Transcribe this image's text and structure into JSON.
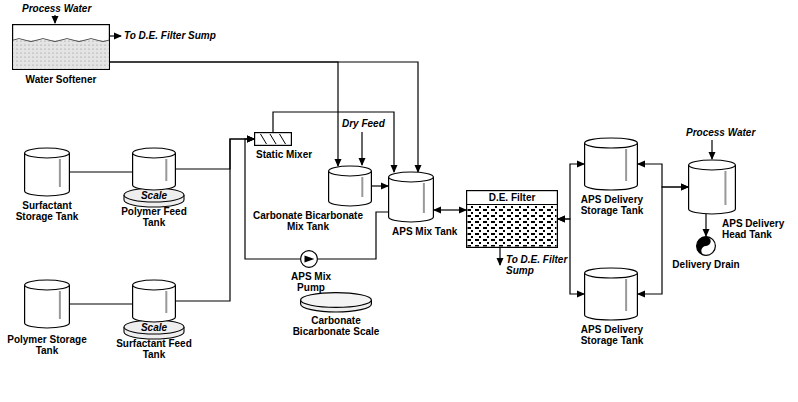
{
  "diagram": {
    "nodes": [
      {
        "text": [
          "Water Softener"
        ]
      },
      {
        "text": [
          "Surfactant Storage Tank"
        ]
      },
      {
        "text": [
          "Polymer Feed Tank"
        ]
      },
      {
        "text": [
          "Polymer Storage Tank"
        ]
      },
      {
        "text": [
          "Surfactant Feed Tank"
        ]
      },
      {
        "text": [
          "Static Mixer"
        ]
      },
      {
        "text": [
          "Carbonate Bicarbonate Mix Tank"
        ]
      },
      {
        "text": [
          "APS Mix Tank"
        ]
      },
      {
        "text": [
          "APS Mix Pump"
        ]
      },
      {
        "text": [
          "Carbonate Bicarbonate Scale"
        ]
      },
      {
        "text": [
          "D.E. Filter"
        ]
      },
      {
        "text": [
          "APS Delivery Storage Tank"
        ]
      },
      {
        "text": [
          "APS Delivery Storage Tank"
        ]
      },
      {
        "text": [
          "APS Delivery Head Tank"
        ]
      },
      {
        "text": [
          "Delivery Drain"
        ]
      }
    ],
    "edges": [
      {
        "from": 0,
        "to": 6,
        "arrow": "to"
      },
      {
        "from": 0,
        "to": 7,
        "arrow": "to"
      },
      {
        "from": 1,
        "to": 2,
        "arrow": "none"
      },
      {
        "from": 3,
        "to": 4,
        "arrow": "none"
      },
      {
        "from": 2,
        "to": 5,
        "arrow": "to"
      },
      {
        "from": 4,
        "to": 5,
        "arrow": "to"
      },
      {
        "from": 5,
        "to": 7,
        "arrow": "to"
      },
      {
        "from": 6,
        "to": 7,
        "arrow": "to"
      },
      {
        "from": 7,
        "to": 8,
        "arrow": "none"
      },
      {
        "from": 8,
        "to": 5,
        "arrow": "to"
      },
      {
        "from": 7,
        "to": 10,
        "arrow": "both"
      },
      {
        "from": 10,
        "to": 11,
        "arrow": "both"
      },
      {
        "from": 10,
        "to": 12,
        "arrow": "both"
      },
      {
        "from": 11,
        "to": 13,
        "arrow": "both"
      },
      {
        "from": 12,
        "to": 13,
        "arrow": "both"
      },
      {
        "from": 13,
        "to": 14,
        "arrow": "to"
      }
    ],
    "labels": [
      "Process Water",
      "To D.E. Filter Sump",
      "Dry Feed",
      "Scale",
      "Scale",
      "To D.E. Filter Sump",
      "Process Water"
    ]
  }
}
